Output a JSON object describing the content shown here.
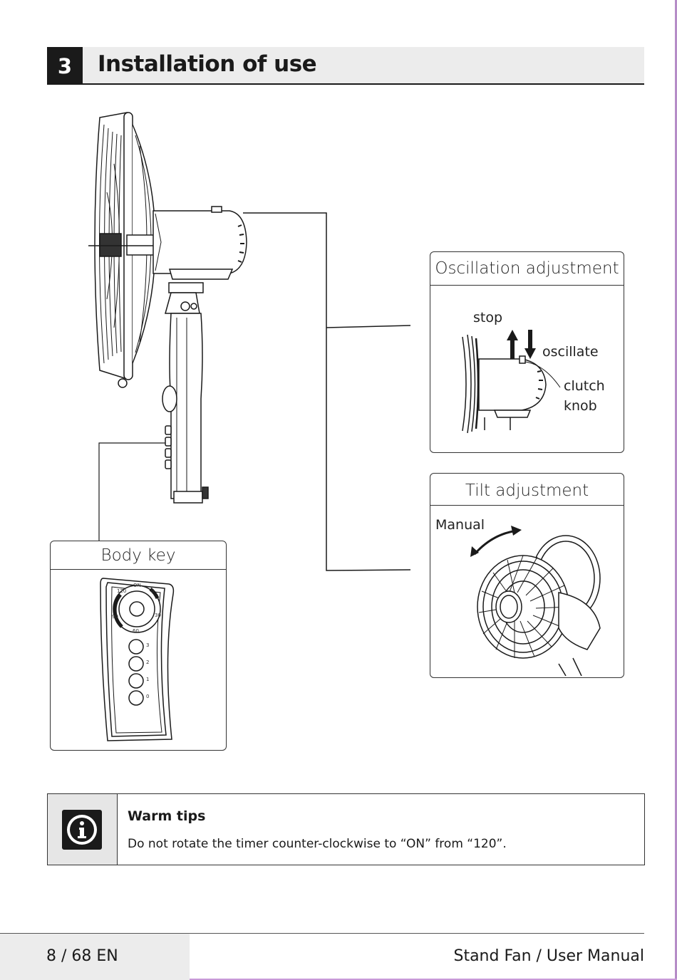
{
  "section": {
    "number": "3",
    "title": "Installation of use"
  },
  "oscillation": {
    "title": "Oscillation adjustment",
    "stop_label": "stop",
    "oscillate_label": "oscillate",
    "clutch_label_line1": "clutch",
    "clutch_label_line2": "knob"
  },
  "tilt": {
    "title": "Tilt adjustment",
    "manual_label": "Manual"
  },
  "body_key": {
    "title": "Body key",
    "timer_marks": [
      "ON",
      "120",
      "90",
      "60",
      "30",
      "0"
    ],
    "speed_labels": [
      "3",
      "2",
      "1",
      "0"
    ]
  },
  "warm_tips": {
    "title": "Warm tips",
    "text": "Do not rotate the timer counter-clockwise to “ON” from “120”.",
    "icon": "info-icon"
  },
  "footer": {
    "page": "8 / 68 EN",
    "doc_title": "Stand Fan / User Manual"
  }
}
